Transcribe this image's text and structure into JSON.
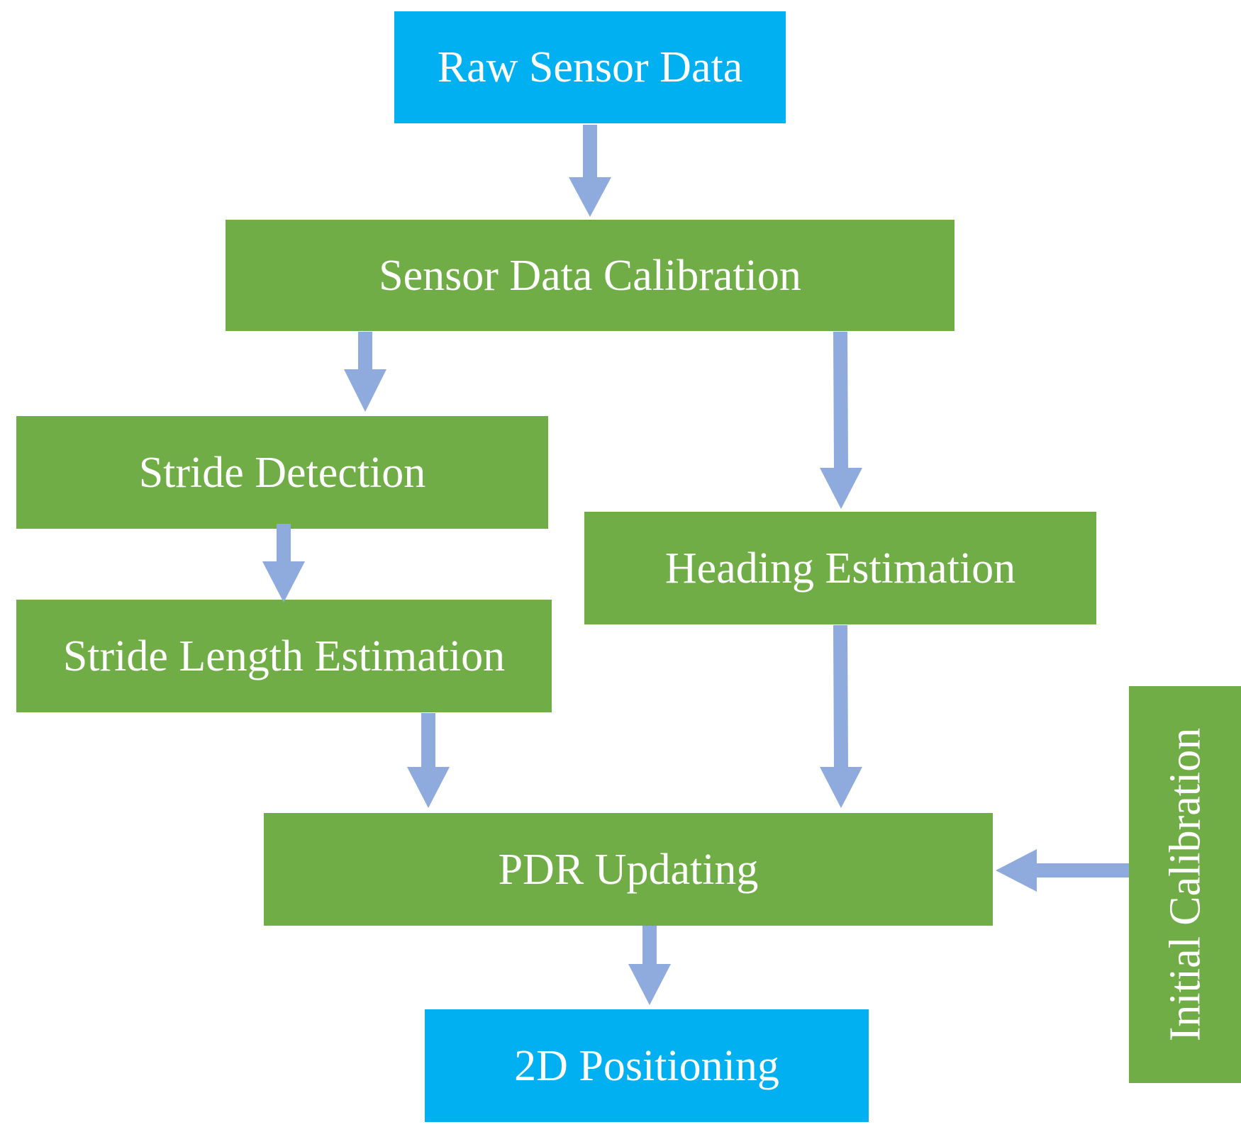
{
  "nodes": {
    "raw_sensor_data": "Raw Sensor Data",
    "sensor_data_calibration": "Sensor Data Calibration",
    "stride_detection": "Stride Detection",
    "stride_length_estimation": "Stride Length Estimation",
    "heading_estimation": "Heading Estimation",
    "pdr_updating": "PDR Updating",
    "positioning_2d": "2D Positioning",
    "initial_calibration": "Initial Calibration"
  },
  "colors": {
    "terminal_box": "#00b0f0",
    "process_box": "#70ad47",
    "arrow": "#8faadc",
    "text": "#ffffff"
  }
}
